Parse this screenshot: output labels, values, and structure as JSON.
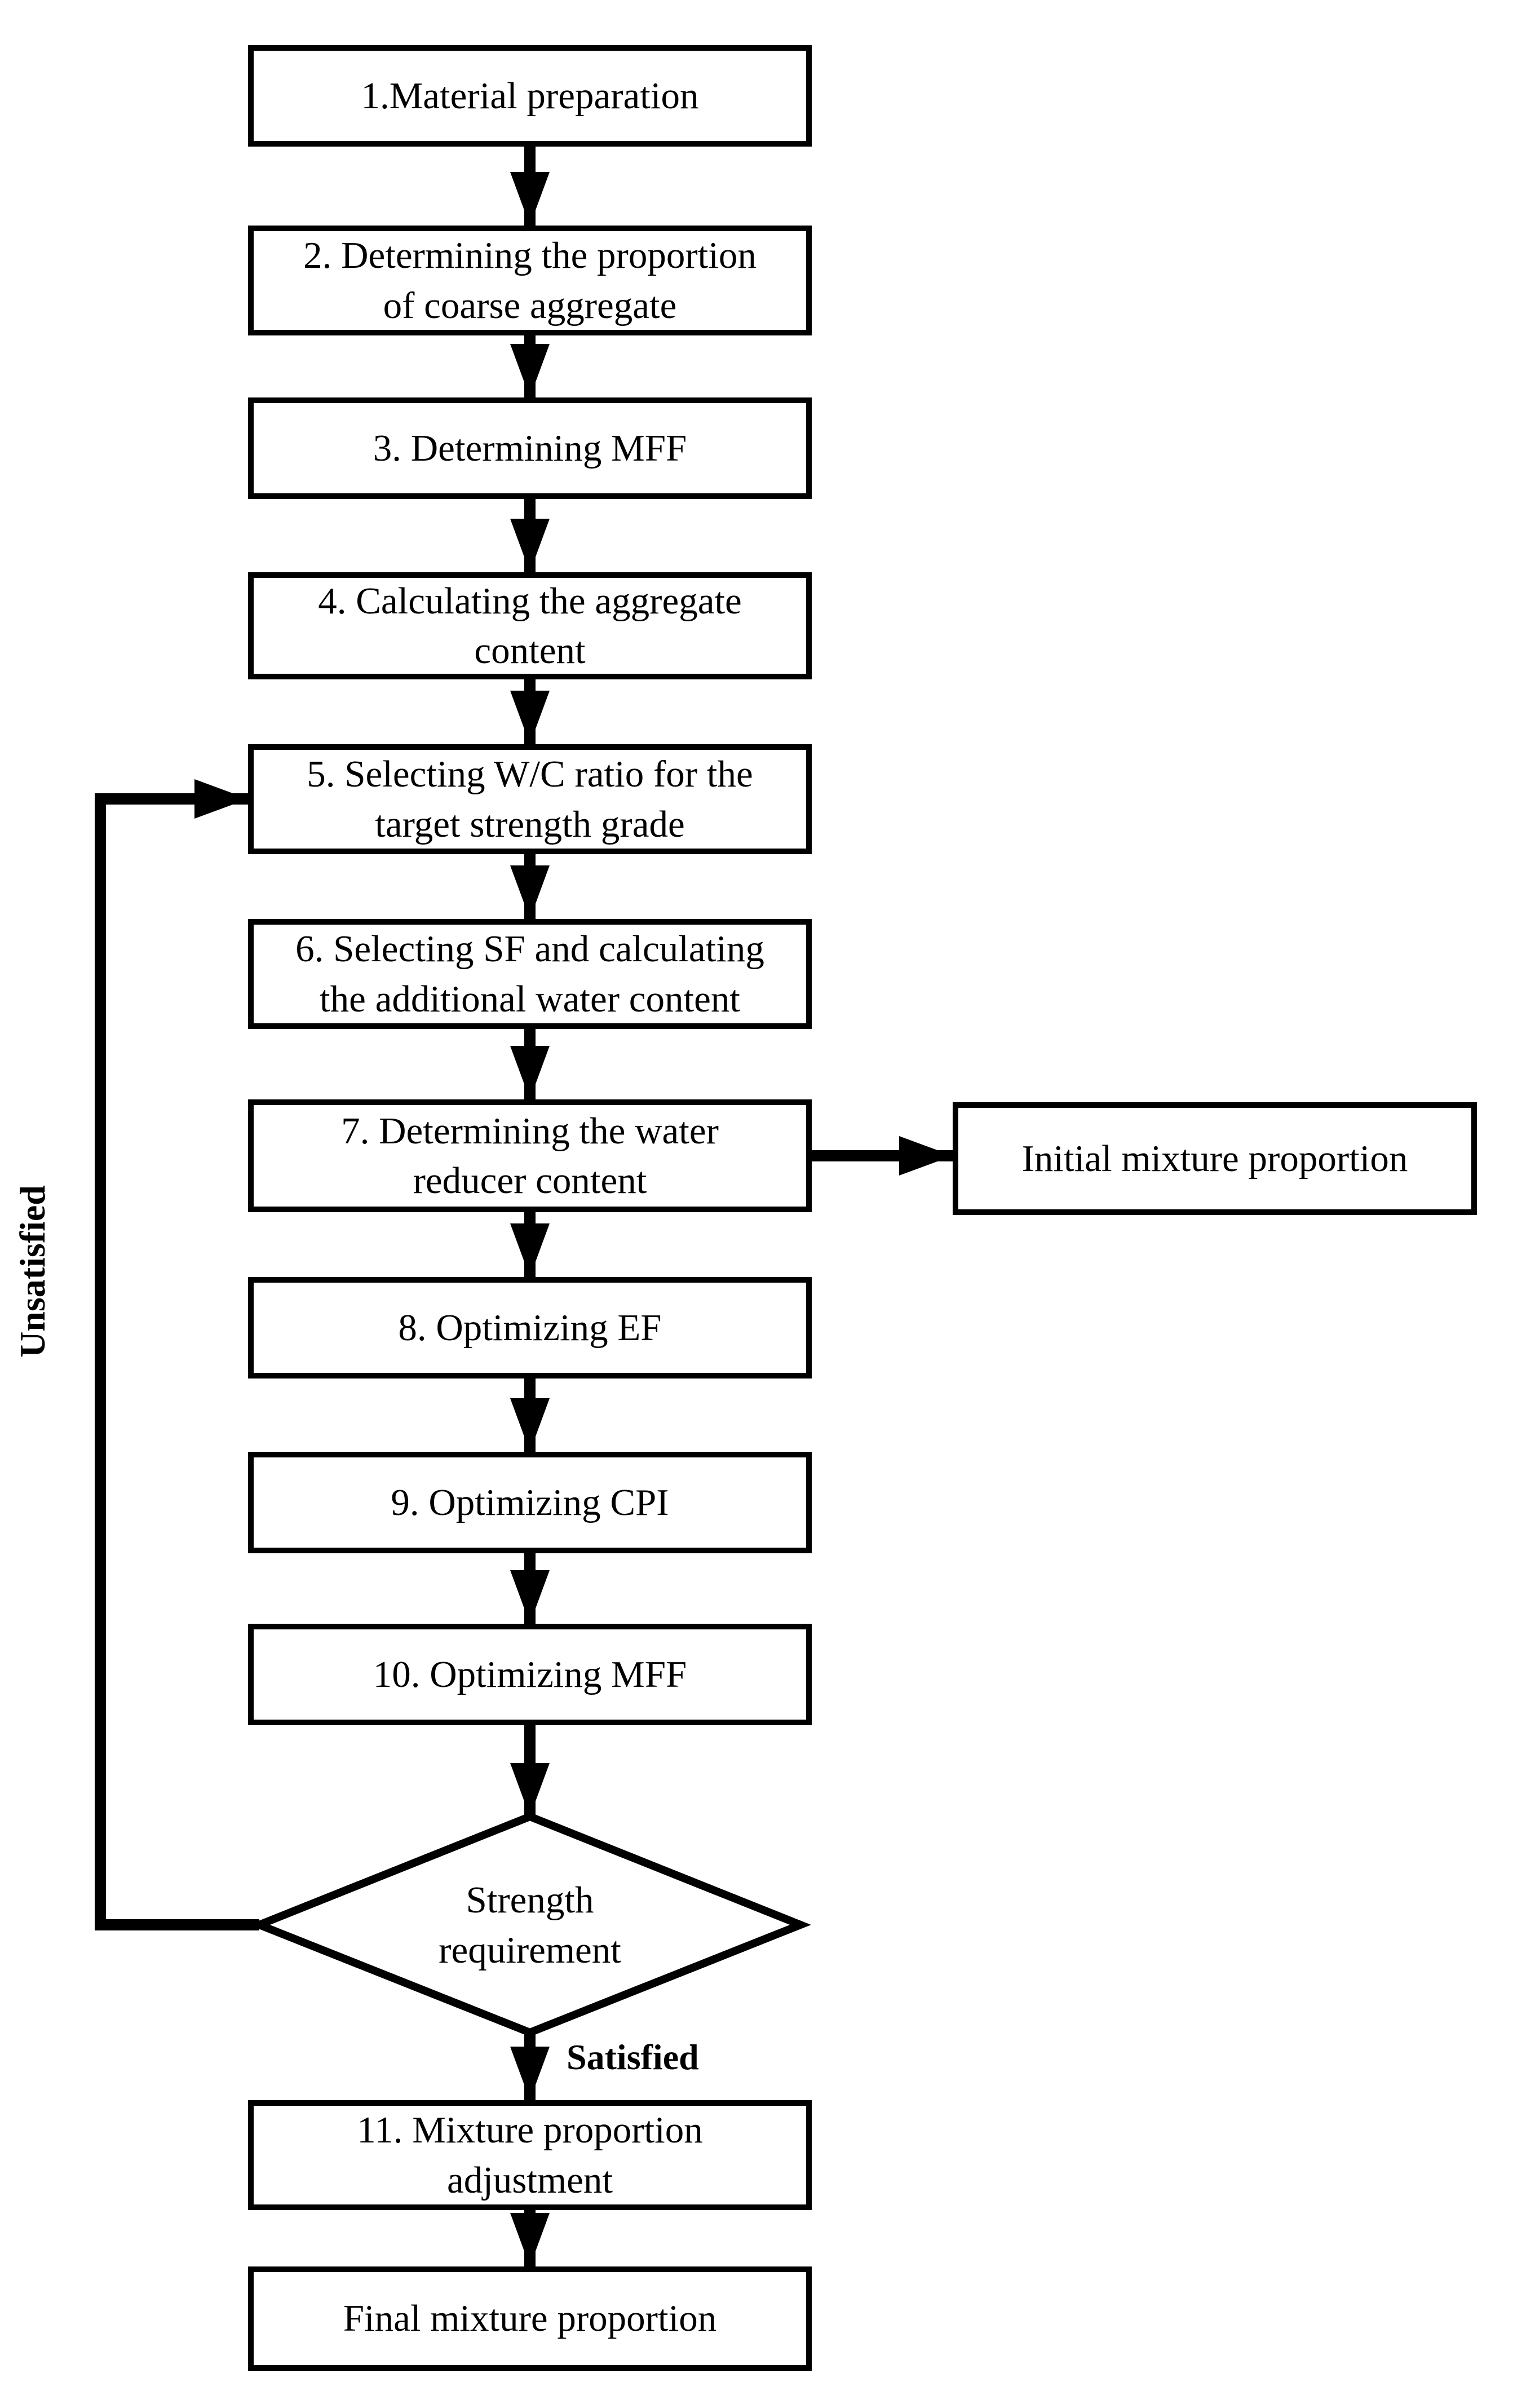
{
  "flowchart": {
    "nodes": {
      "step1": {
        "label": "1.Material preparation"
      },
      "step2": {
        "label": "2. Determining the proportion\nof coarse aggregate"
      },
      "step3": {
        "label": "3. Determining MFF"
      },
      "step4": {
        "label": "4. Calculating the aggregate\ncontent"
      },
      "step5": {
        "label": "5. Selecting W/C ratio for the\ntarget strength grade"
      },
      "step6": {
        "label": "6. Selecting SF and calculating\nthe additional water content"
      },
      "step7": {
        "label": "7. Determining the water\nreducer content"
      },
      "initial_mix": {
        "label": "Initial mixture proportion"
      },
      "step8": {
        "label": "8. Optimizing EF"
      },
      "step9": {
        "label": "9. Optimizing CPI"
      },
      "step10": {
        "label": "10. Optimizing MFF"
      },
      "decision": {
        "label": "Strength\nrequirement"
      },
      "step11": {
        "label": "11. Mixture proportion\nadjustment"
      },
      "final_mix": {
        "label": "Final mixture proportion"
      }
    },
    "edge_labels": {
      "satisfied": "Satisfied",
      "unsatisfied": "Unsatisfied"
    },
    "colors": {
      "background": "#ffffff",
      "line": "#000000",
      "text": "#000000"
    }
  }
}
